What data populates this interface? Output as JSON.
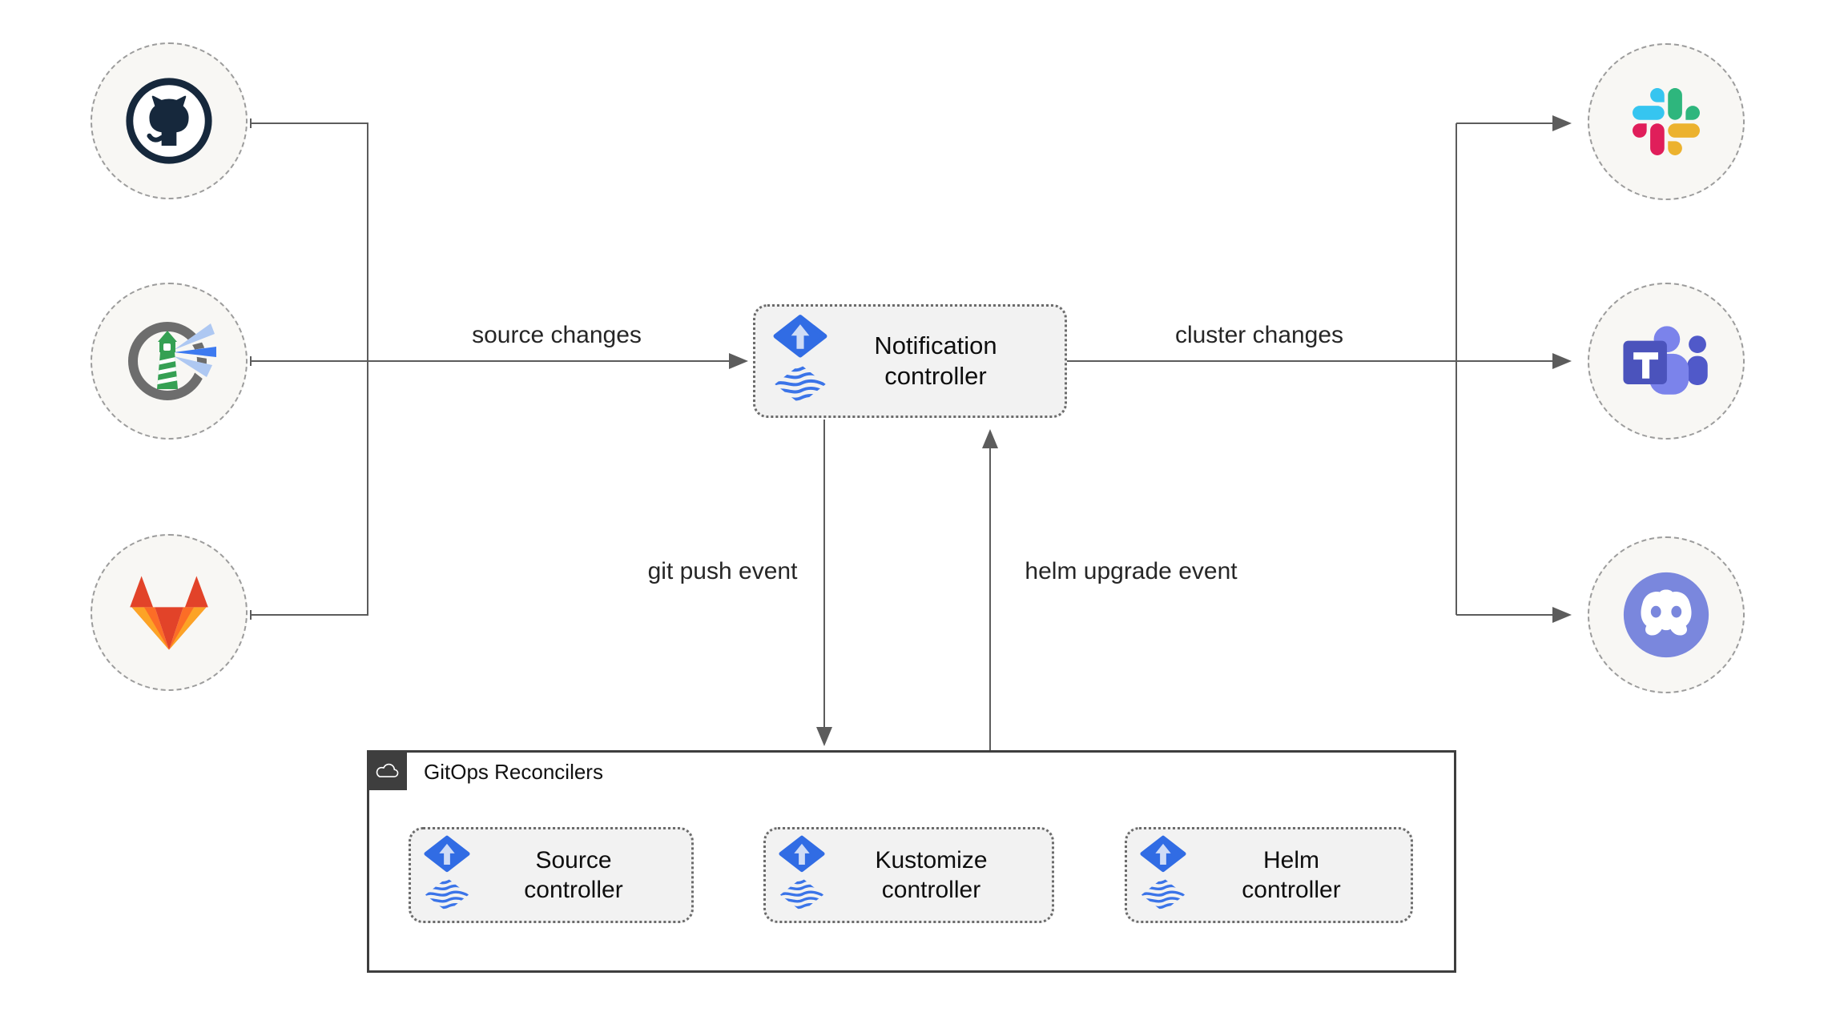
{
  "center": {
    "label": "Notification controller",
    "icon": "flux-icon"
  },
  "edges": {
    "source_changes": "source changes",
    "cluster_changes": "cluster changes",
    "git_push_event": "git push event",
    "helm_upgrade_event": "helm upgrade event"
  },
  "reconcilers": {
    "title": "GitOps Reconcilers",
    "badge_icon": "cloud-icon",
    "items": [
      {
        "label": "Source controller",
        "icon": "flux-icon"
      },
      {
        "label": "Kustomize controller",
        "icon": "flux-icon"
      },
      {
        "label": "Helm controller",
        "icon": "flux-icon"
      }
    ]
  },
  "sources": {
    "items": [
      {
        "icon": "github-icon"
      },
      {
        "icon": "harbor-icon"
      },
      {
        "icon": "gitlab-icon"
      }
    ]
  },
  "notifiers": {
    "items": [
      {
        "icon": "slack-icon"
      },
      {
        "icon": "teams-icon"
      },
      {
        "icon": "discord-icon"
      }
    ]
  },
  "colors": {
    "flux_blue": "#316ce4",
    "connector_line": "#5c5c5c",
    "node_fill": "#f2f2f2",
    "circle_fill": "#f8f7f4",
    "container_border": "#3e3e3e",
    "github_dark": "#16283c",
    "harbor_green": "#35a053",
    "gitlab_red": "#e24329",
    "gitlab_orange": "#fc6d26",
    "gitlab_yellow": "#fca326",
    "slack_blue": "#36c5f0",
    "slack_green": "#2eb67d",
    "slack_red": "#e01e5a",
    "slack_yellow": "#ecb22e",
    "teams_purple": "#4b53bc",
    "teams_light_purple": "#7b83eb",
    "discord_blurple": "#7a87dd"
  }
}
